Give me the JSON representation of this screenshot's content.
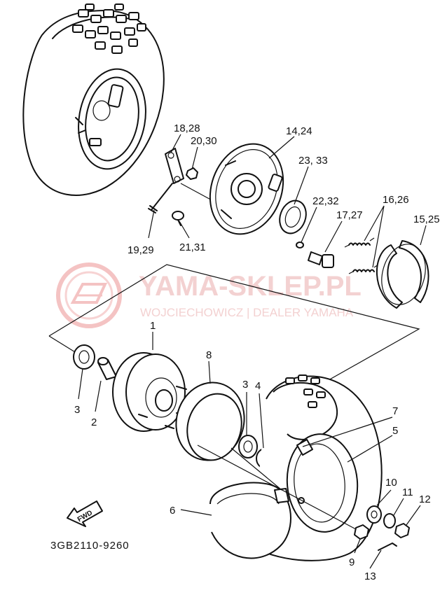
{
  "diagram": {
    "catalog_code": "3GB2110-9260",
    "fwd_arrow_label": "FWD",
    "watermark": {
      "brand": "YAMA-SKLEP.PL",
      "tagline": "WOJCIECHOWICZ | DEALER YAMAHA"
    },
    "callouts": [
      {
        "id": "c-18-28",
        "text": "18,28"
      },
      {
        "id": "c-20-30",
        "text": "20,30"
      },
      {
        "id": "c-14-24",
        "text": "14,24"
      },
      {
        "id": "c-23-33",
        "text": "23, 33"
      },
      {
        "id": "c-22-32",
        "text": "22,32"
      },
      {
        "id": "c-17-27",
        "text": "17,27"
      },
      {
        "id": "c-16-26",
        "text": "16,26"
      },
      {
        "id": "c-15-25",
        "text": "15,25"
      },
      {
        "id": "c-19-29",
        "text": "19,29"
      },
      {
        "id": "c-21-31",
        "text": "21,31"
      },
      {
        "id": "c-1",
        "text": "1"
      },
      {
        "id": "c-8",
        "text": "8"
      },
      {
        "id": "c-3a",
        "text": "3"
      },
      {
        "id": "c-2",
        "text": "2"
      },
      {
        "id": "c-3b",
        "text": "3"
      },
      {
        "id": "c-4",
        "text": "4"
      },
      {
        "id": "c-7",
        "text": "7"
      },
      {
        "id": "c-5",
        "text": "5"
      },
      {
        "id": "c-6",
        "text": "6"
      },
      {
        "id": "c-10",
        "text": "10"
      },
      {
        "id": "c-11",
        "text": "11"
      },
      {
        "id": "c-12",
        "text": "12"
      },
      {
        "id": "c-9",
        "text": "9"
      },
      {
        "id": "c-13",
        "text": "13"
      }
    ]
  }
}
